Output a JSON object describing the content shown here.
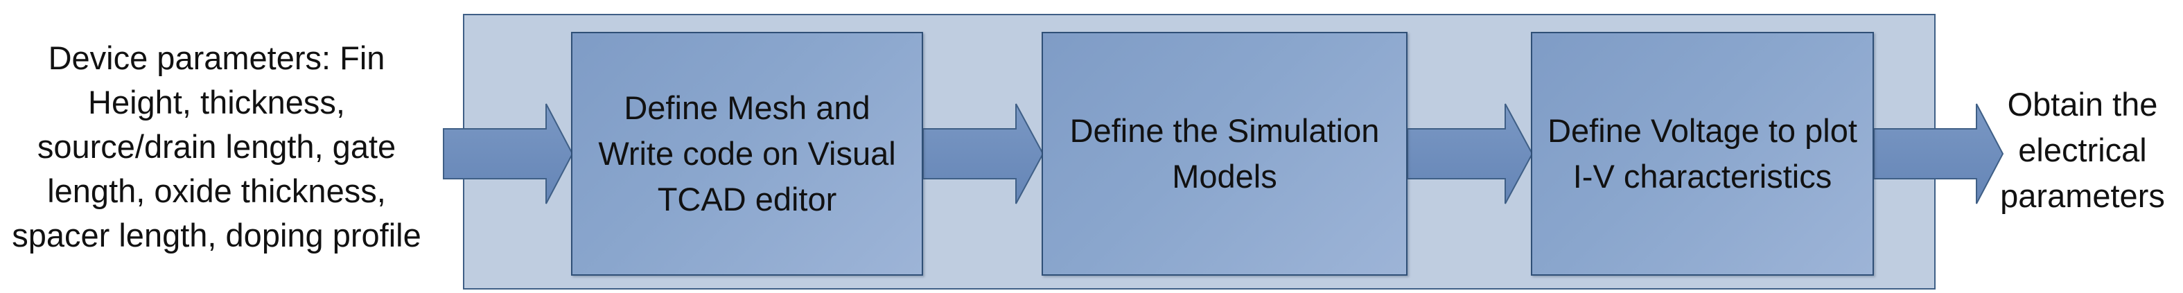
{
  "input_text": "Device parameters: Fin Height, thickness, source/drain length, gate length, oxide thickness, spacer length, doping profile",
  "steps": [
    {
      "label": "Define Mesh and Write code on Visual TCAD editor"
    },
    {
      "label": "Define the Simulation Models"
    },
    {
      "label": "Define Voltage to plot I-V characteristics"
    }
  ],
  "output_text": "Obtain the electrical parameters",
  "colors": {
    "panel_fill": "#bfcde0",
    "panel_border": "#3f5f86",
    "step_fill": "#8aa6cd",
    "step_border": "#2f4f76",
    "arrow_fill": "#6f8fbe"
  }
}
